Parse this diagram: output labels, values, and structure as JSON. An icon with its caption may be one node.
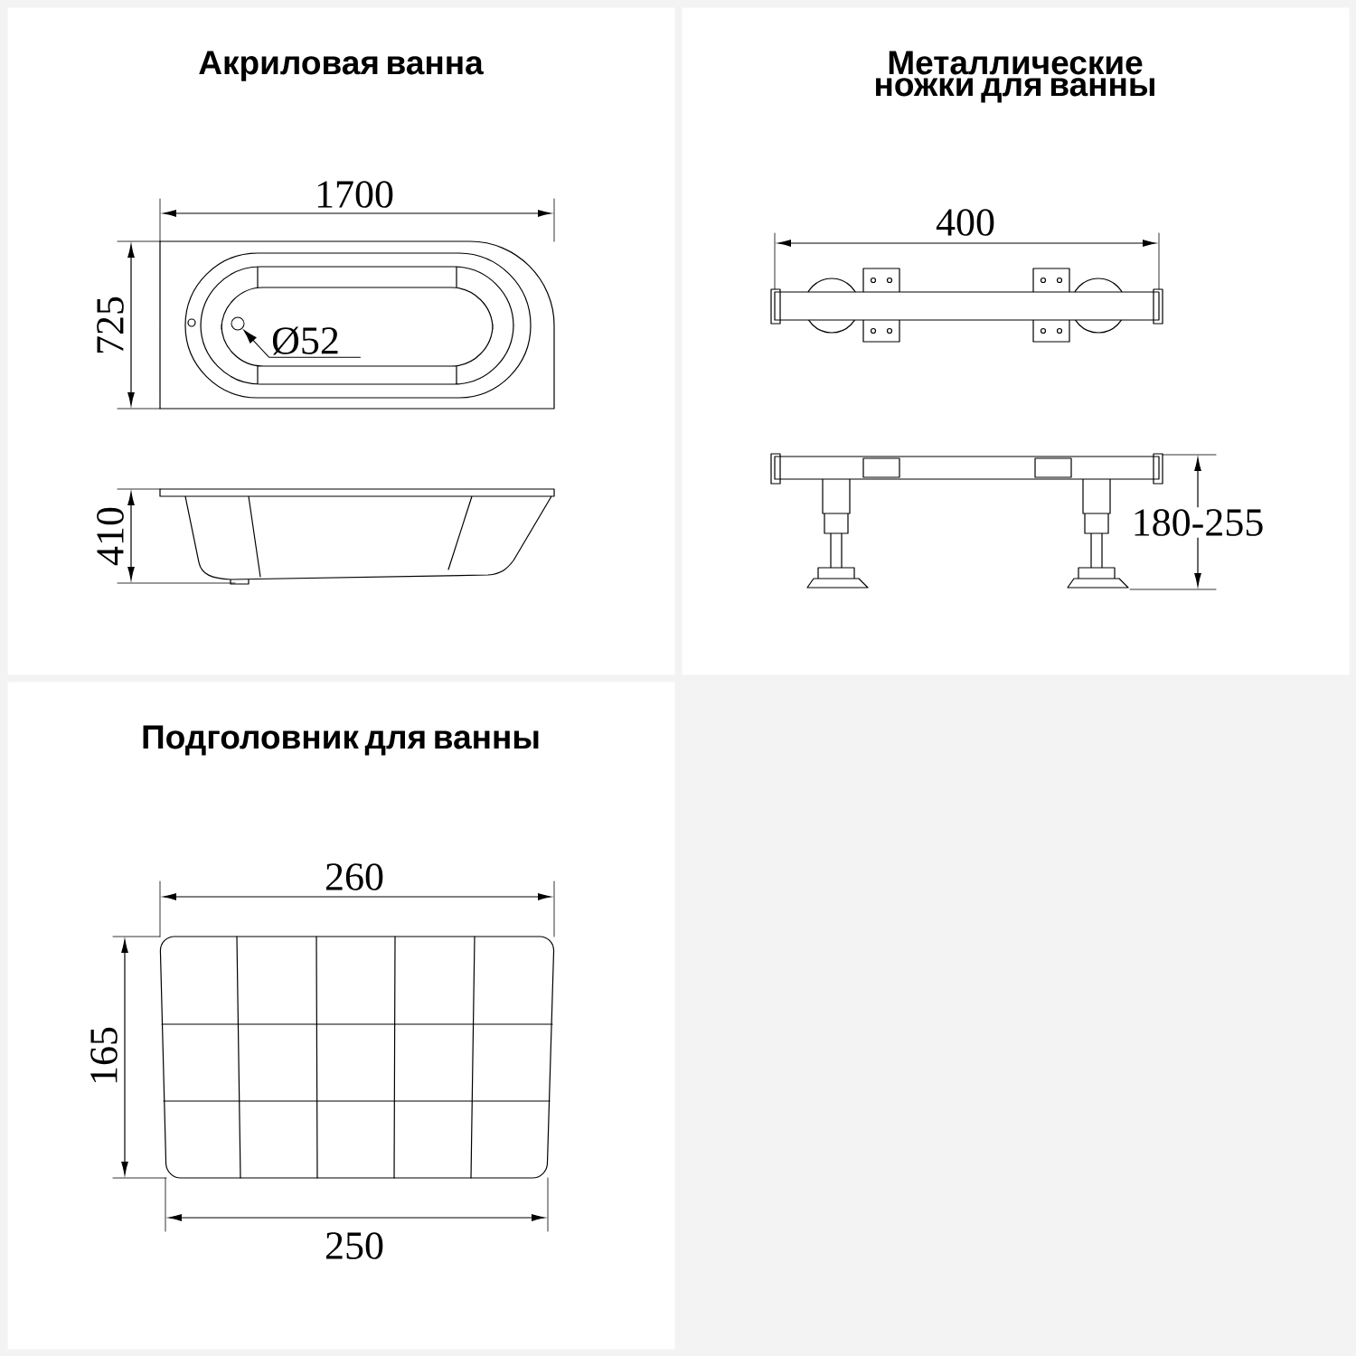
{
  "diagram": {
    "nodes": [
      {
        "text": [
          "Акриловая ванна"
        ]
      },
      {
        "text": [
          "Металлические ножки для ванны"
        ]
      },
      {
        "text": [
          "Подголовник для ванны"
        ]
      },
      {
        "text": [
          "Ø52"
        ],
        "in": 0
      },
      {
        "text": [],
        "shape": "circle",
        "in": 0
      }
    ],
    "edges": [
      {
        "from": 3,
        "to": 4,
        "arrow": "to"
      }
    ],
    "labels": [
      "1700",
      "725",
      "410",
      "400",
      "180-255",
      "260",
      "165",
      "250"
    ]
  }
}
